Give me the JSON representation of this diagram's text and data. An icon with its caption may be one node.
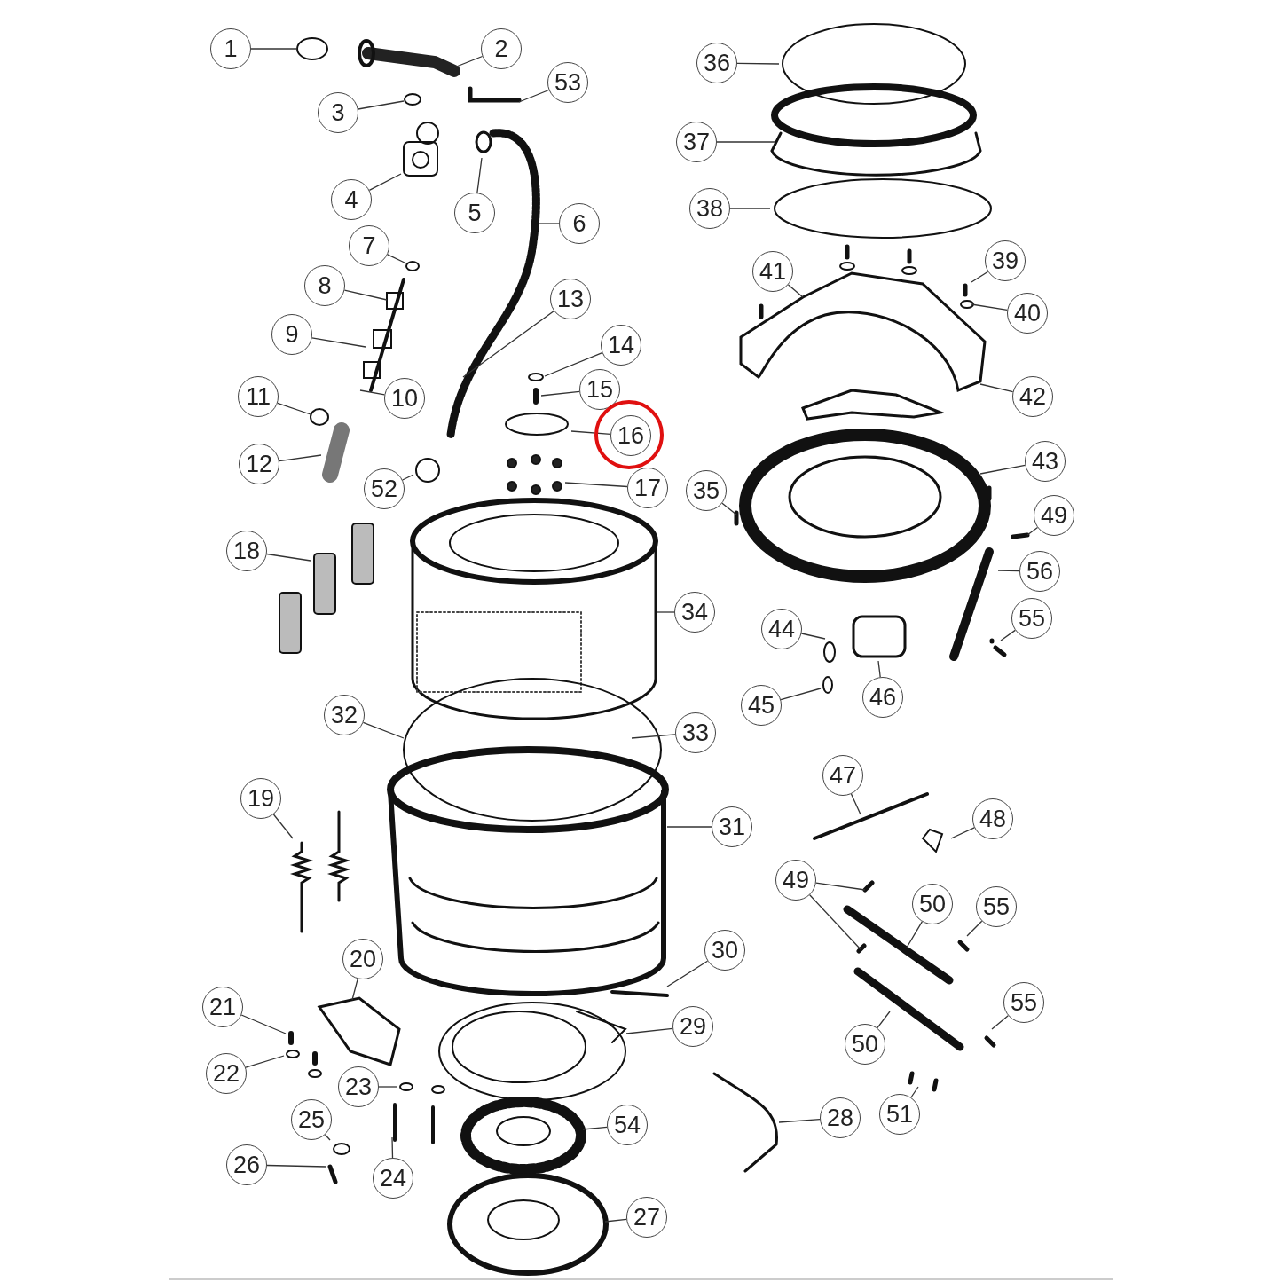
{
  "diagram": {
    "nodes": [
      {
        "text": [
          "1"
        ]
      },
      {
        "text": [
          "2"
        ]
      },
      {
        "text": [
          "53"
        ]
      },
      {
        "text": [
          "3"
        ]
      },
      {
        "text": [
          "4"
        ]
      },
      {
        "text": [
          "5"
        ]
      },
      {
        "text": [
          "6"
        ]
      },
      {
        "text": [
          "7"
        ]
      },
      {
        "text": [
          "8"
        ]
      },
      {
        "text": [
          "13"
        ]
      },
      {
        "text": [
          "9"
        ]
      },
      {
        "text": [
          "14"
        ]
      },
      {
        "text": [
          "15"
        ]
      },
      {
        "text": [
          "11"
        ]
      },
      {
        "text": [
          "10"
        ]
      },
      {
        "text": [
          "16"
        ]
      },
      {
        "text": [
          "12"
        ]
      },
      {
        "text": [
          "52"
        ]
      },
      {
        "text": [
          "17"
        ]
      },
      {
        "text": [
          "18"
        ]
      },
      {
        "text": [
          "34"
        ]
      },
      {
        "text": [
          "32"
        ]
      },
      {
        "text": [
          "33"
        ]
      },
      {
        "text": [
          "19"
        ]
      },
      {
        "text": [
          "31"
        ]
      },
      {
        "text": [
          "30"
        ]
      },
      {
        "text": [
          "20"
        ]
      },
      {
        "text": [
          "21"
        ]
      },
      {
        "text": [
          "29"
        ]
      },
      {
        "text": [
          "22"
        ]
      },
      {
        "text": [
          "23"
        ]
      },
      {
        "text": [
          "25"
        ]
      },
      {
        "text": [
          "54"
        ]
      },
      {
        "text": [
          "26"
        ]
      },
      {
        "text": [
          "24"
        ]
      },
      {
        "text": [
          "27"
        ]
      },
      {
        "text": [
          "36"
        ]
      },
      {
        "text": [
          "37"
        ]
      },
      {
        "text": [
          "38"
        ]
      },
      {
        "text": [
          "39"
        ]
      },
      {
        "text": [
          "41"
        ]
      },
      {
        "text": [
          "40"
        ]
      },
      {
        "text": [
          "42"
        ]
      },
      {
        "text": [
          "43"
        ]
      },
      {
        "text": [
          "35"
        ]
      },
      {
        "text": [
          "49"
        ]
      },
      {
        "text": [
          "56"
        ]
      },
      {
        "text": [
          "55"
        ]
      },
      {
        "text": [
          "44"
        ]
      },
      {
        "text": [
          "46"
        ]
      },
      {
        "text": [
          "45"
        ]
      },
      {
        "text": [
          "47"
        ]
      },
      {
        "text": [
          "48"
        ]
      },
      {
        "text": [
          "49"
        ]
      },
      {
        "text": [
          "50"
        ]
      },
      {
        "text": [
          "55"
        ]
      },
      {
        "text": [
          "55"
        ]
      },
      {
        "text": [
          "50"
        ]
      },
      {
        "text": [
          "28"
        ]
      },
      {
        "text": [
          "51"
        ]
      }
    ],
    "edges": [
      {
        "from": 0,
        "to": null,
        "arrow": "none"
      },
      {
        "from": 1,
        "to": null,
        "arrow": "none"
      },
      {
        "from": 2,
        "to": null,
        "arrow": "none"
      },
      {
        "from": 3,
        "to": null,
        "arrow": "none"
      },
      {
        "from": 4,
        "to": null,
        "arrow": "none"
      },
      {
        "from": 5,
        "to": null,
        "arrow": "none"
      },
      {
        "from": 6,
        "to": null,
        "arrow": "none"
      },
      {
        "from": 7,
        "to": null,
        "arrow": "none"
      },
      {
        "from": 8,
        "to": null,
        "arrow": "none"
      },
      {
        "from": 9,
        "to": null,
        "arrow": "none"
      },
      {
        "from": 10,
        "to": null,
        "arrow": "none"
      },
      {
        "from": 11,
        "to": null,
        "arrow": "none"
      },
      {
        "from": 12,
        "to": null,
        "arrow": "none"
      },
      {
        "from": 13,
        "to": null,
        "arrow": "none"
      },
      {
        "from": 14,
        "to": null,
        "arrow": "none"
      },
      {
        "from": 15,
        "to": null,
        "arrow": "none"
      },
      {
        "from": 16,
        "to": null,
        "arrow": "none"
      },
      {
        "from": 17,
        "to": null,
        "arrow": "none"
      },
      {
        "from": 18,
        "to": null,
        "arrow": "none"
      },
      {
        "from": 19,
        "to": null,
        "arrow": "none"
      },
      {
        "from": 20,
        "to": null,
        "arrow": "none"
      },
      {
        "from": 21,
        "to": null,
        "arrow": "none"
      },
      {
        "from": 22,
        "to": null,
        "arrow": "none"
      },
      {
        "from": 23,
        "to": null,
        "arrow": "none"
      },
      {
        "from": 24,
        "to": null,
        "arrow": "none"
      },
      {
        "from": 25,
        "to": null,
        "arrow": "none"
      },
      {
        "from": 26,
        "to": null,
        "arrow": "none"
      },
      {
        "from": 27,
        "to": null,
        "arrow": "none"
      },
      {
        "from": 28,
        "to": null,
        "arrow": "none"
      },
      {
        "from": 29,
        "to": null,
        "arrow": "none"
      },
      {
        "from": 30,
        "to": null,
        "arrow": "none"
      },
      {
        "from": 31,
        "to": null,
        "arrow": "none"
      },
      {
        "from": 32,
        "to": null,
        "arrow": "none"
      },
      {
        "from": 33,
        "to": null,
        "arrow": "none"
      },
      {
        "from": 34,
        "to": null,
        "arrow": "none"
      },
      {
        "from": 35,
        "to": null,
        "arrow": "none"
      },
      {
        "from": 36,
        "to": null,
        "arrow": "none"
      },
      {
        "from": 37,
        "to": null,
        "arrow": "none"
      },
      {
        "from": 38,
        "to": null,
        "arrow": "none"
      },
      {
        "from": 39,
        "to": null,
        "arrow": "none"
      },
      {
        "from": 40,
        "to": null,
        "arrow": "none"
      },
      {
        "from": 41,
        "to": null,
        "arrow": "none"
      },
      {
        "from": 42,
        "to": null,
        "arrow": "none"
      },
      {
        "from": 43,
        "to": null,
        "arrow": "none"
      },
      {
        "from": 44,
        "to": null,
        "arrow": "none"
      },
      {
        "from": 45,
        "to": null,
        "arrow": "none"
      },
      {
        "from": 46,
        "to": null,
        "arrow": "none"
      },
      {
        "from": 47,
        "to": null,
        "arrow": "none"
      },
      {
        "from": 48,
        "to": null,
        "arrow": "none"
      },
      {
        "from": 49,
        "to": null,
        "arrow": "none"
      },
      {
        "from": 50,
        "to": null,
        "arrow": "none"
      },
      {
        "from": 51,
        "to": null,
        "arrow": "none"
      },
      {
        "from": 52,
        "to": null,
        "arrow": "none"
      },
      {
        "from": 53,
        "to": null,
        "arrow": "none"
      },
      {
        "from": 53,
        "to": null,
        "arrow": "none"
      },
      {
        "from": 54,
        "to": null,
        "arrow": "none"
      },
      {
        "from": 55,
        "to": null,
        "arrow": "none"
      },
      {
        "from": 56,
        "to": null,
        "arrow": "none"
      },
      {
        "from": 57,
        "to": null,
        "arrow": "none"
      },
      {
        "from": 58,
        "to": null,
        "arrow": "none"
      },
      {
        "from": 59,
        "to": null,
        "arrow": "none"
      }
    ]
  }
}
